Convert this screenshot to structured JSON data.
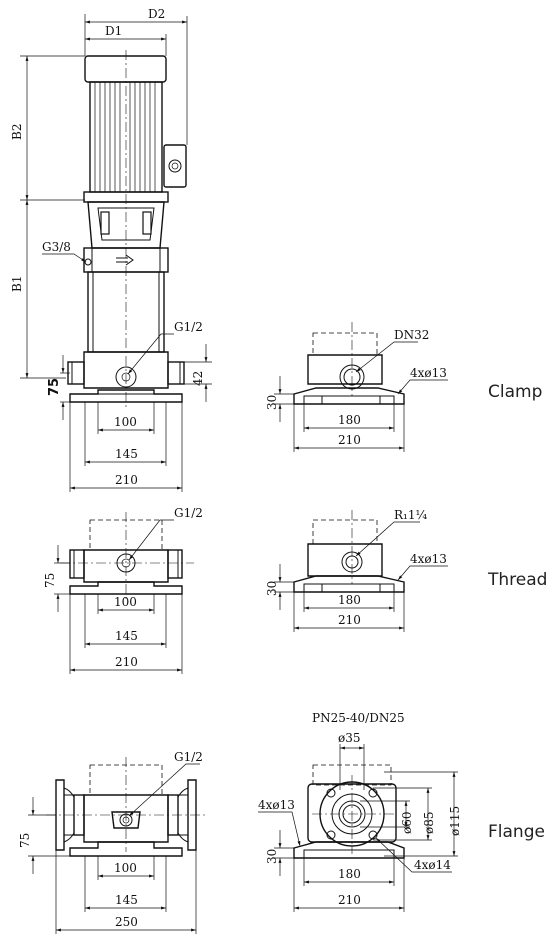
{
  "labels": {
    "clamp": "Clamp",
    "thread": "Thread",
    "flange": "Flange"
  },
  "main_view": {
    "d1": "D1",
    "d2": "D2",
    "b1": "B1",
    "b2": "B2",
    "g38": "G3/8",
    "g12": "G1/2",
    "h42": "42",
    "h75": "75",
    "w100": "100",
    "w145": "145",
    "w210": "210"
  },
  "clamp_side": {
    "dn": "DN32",
    "holes": "4xø13",
    "h30": "30",
    "w180": "180",
    "w210": "210"
  },
  "thread_front": {
    "g12": "G1/2",
    "h75": "75",
    "w100": "100",
    "w145": "145",
    "w210": "210"
  },
  "thread_side": {
    "r": "R₁1¼",
    "holes": "4xø13",
    "h30": "30",
    "w180": "180",
    "w210": "210"
  },
  "flange_front": {
    "g12": "G1/2",
    "h75": "75",
    "w100": "100",
    "w145": "145",
    "w250": "250"
  },
  "flange_side": {
    "title": "PN25-40/DN25",
    "d35": "ø35",
    "d60": "ø60",
    "d85": "ø85",
    "d115": "ø115",
    "holes13": "4xø13",
    "holes14": "4xø14",
    "h30": "30",
    "w180": "180",
    "w210": "210"
  }
}
